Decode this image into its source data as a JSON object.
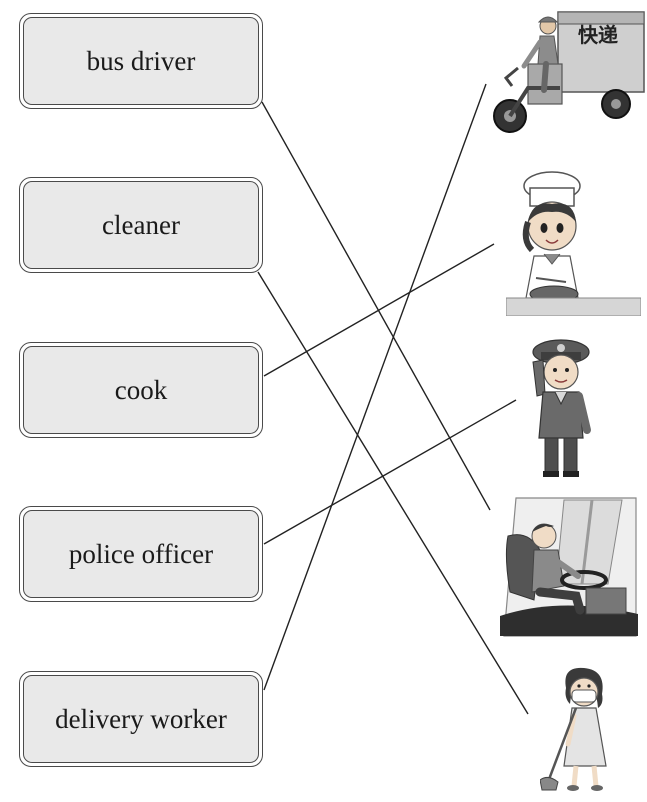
{
  "labels": [
    "bus driver",
    "cleaner",
    "cook",
    "police officer",
    "delivery worker"
  ],
  "picture_text": {
    "van_sign": "快递"
  },
  "colors": {
    "ink": "#1a1a1a",
    "box_fill": "#e9e9e9",
    "line": "#222222"
  },
  "pictures": [
    {
      "id": "delivery-worker-picture",
      "icon": "delivery-tricycle-icon"
    },
    {
      "id": "cook-picture",
      "icon": "chef-girl-icon"
    },
    {
      "id": "police-officer-picture",
      "icon": "saluting-officer-icon"
    },
    {
      "id": "bus-driver-picture",
      "icon": "bus-driver-icon"
    },
    {
      "id": "cleaner-picture",
      "icon": "sweeping-woman-icon"
    }
  ],
  "matches": [
    {
      "label": "bus driver",
      "picture": "bus-driver-picture"
    },
    {
      "label": "cleaner",
      "picture": "cleaner-picture"
    },
    {
      "label": "cook",
      "picture": "cook-picture"
    },
    {
      "label": "police officer",
      "picture": "police-officer-picture"
    },
    {
      "label": "delivery worker",
      "picture": "delivery-worker-picture"
    }
  ]
}
